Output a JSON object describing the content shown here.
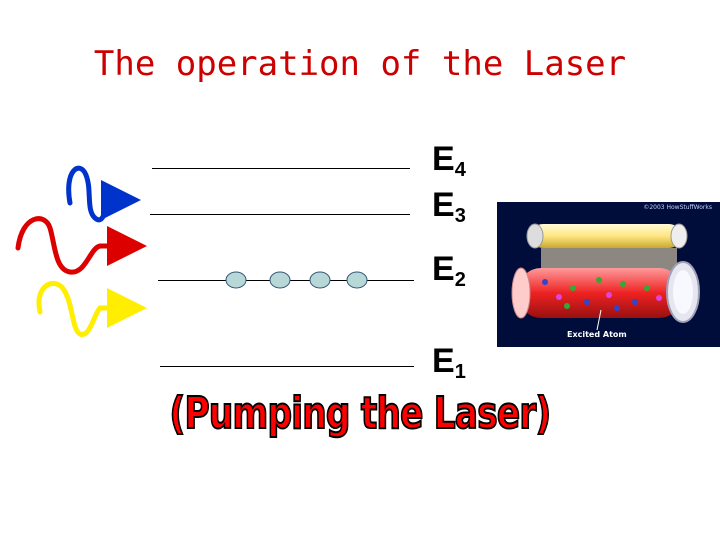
{
  "title": "The operation of the Laser",
  "levels": [
    {
      "name": "E",
      "sub": "4"
    },
    {
      "name": "E",
      "sub": "3"
    },
    {
      "name": "E",
      "sub": "2"
    },
    {
      "name": "E",
      "sub": "1"
    }
  ],
  "caption": "(Pumping the Laser)",
  "illustration": {
    "copyright": "©2003 HowStuffWorks",
    "label": "Excited Atom"
  },
  "colors": {
    "title": "#cc0000",
    "photon_blue": "#0033cc",
    "photon_red": "#dd0000",
    "photon_yellow": "#ffee00",
    "atom_fill": "#b8d8d8",
    "caption": "#ff0000"
  }
}
